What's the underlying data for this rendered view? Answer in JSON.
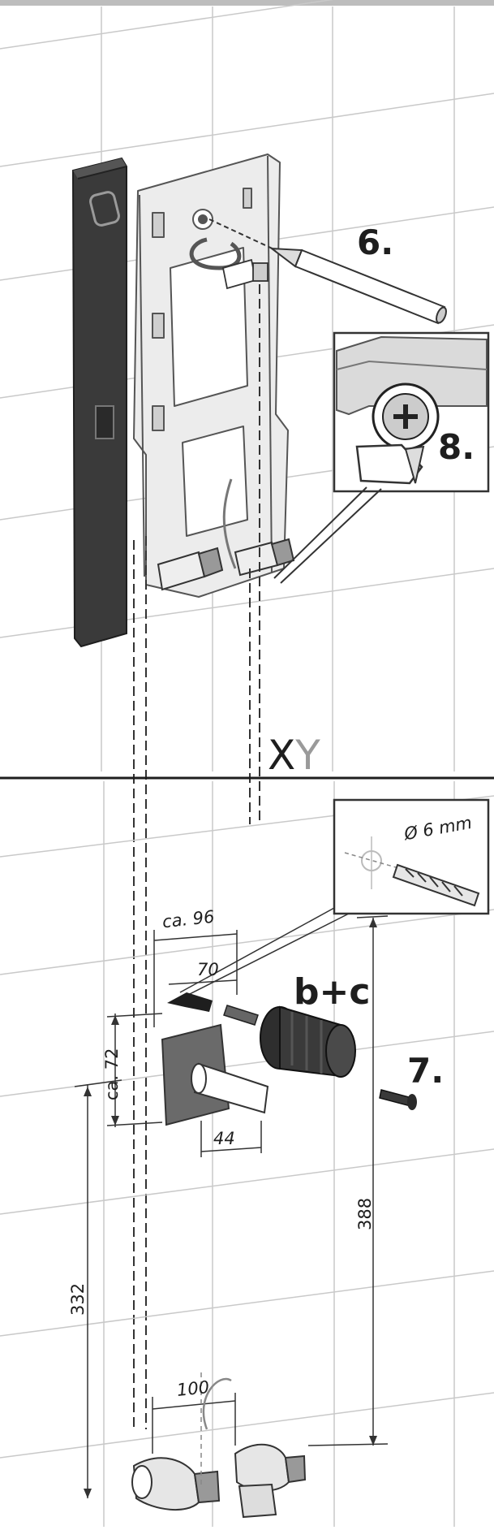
{
  "steps": {
    "s6": "6.",
    "s7": "7.",
    "s8": "8."
  },
  "kit_label": "b+c",
  "divider": {
    "x": "X",
    "y": "Y"
  },
  "drill_spec": "Ø 6 mm",
  "dimensions": {
    "ca96": "ca. 96",
    "d70": "70",
    "ca72": "ca. 72",
    "d44": "44",
    "d388": "388",
    "d332": "332",
    "d100": "100"
  },
  "colors": {
    "line": "#1e1e1e",
    "level": "#3a3a3a",
    "frame": "#e8e8e8",
    "tile": "#c8c8c8"
  }
}
